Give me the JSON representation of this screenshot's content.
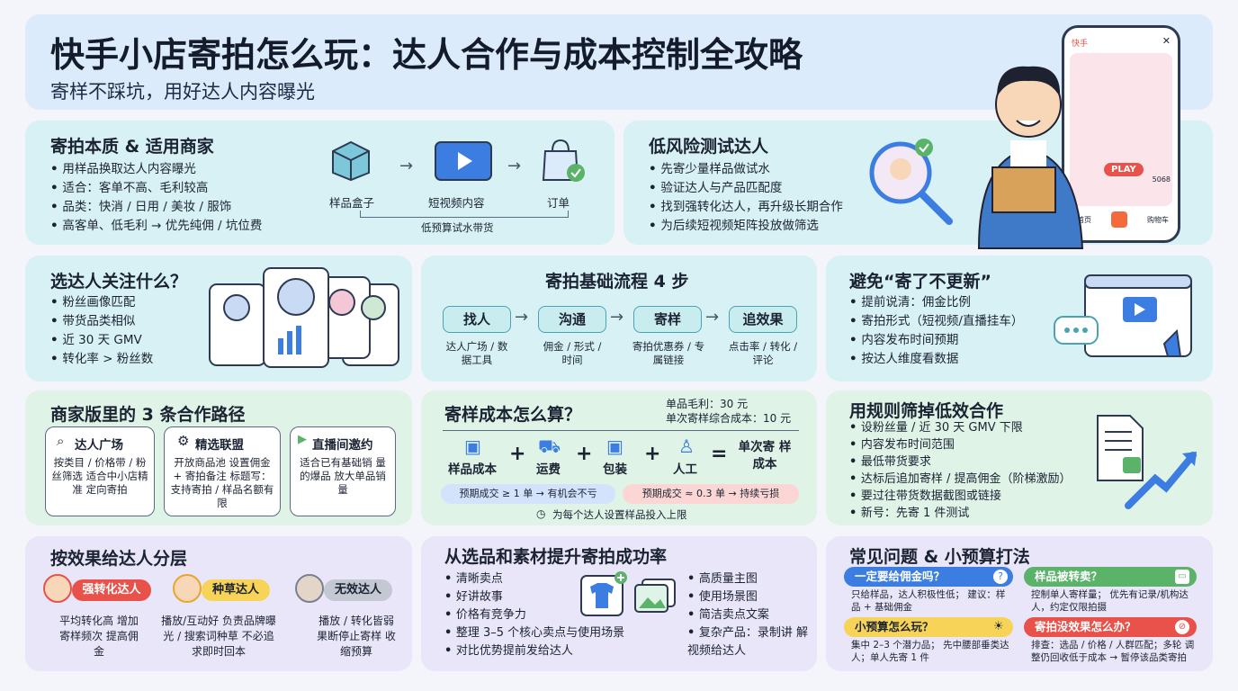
{
  "header": {
    "title": "快手小店寄拍怎么玩：达人合作与成本控制全攻略",
    "subtitle": "寄样不踩坑，用好达人内容曝光"
  },
  "phone": {
    "app": "快手",
    "play": "PLAY",
    "count": "5068",
    "nav": [
      "首页",
      "",
      "购物车"
    ]
  },
  "s1": {
    "title": "寄拍本质 & 适用商家",
    "items": [
      "用样品换取达人内容曝光",
      "适合：客单不高、毛利较高",
      "品类：快消 / 日用 / 美妆 / 服饰",
      "高客单、低毛利 → 优先纯佣 / 坑位费"
    ],
    "flow": [
      "样品盒子",
      "短视频内容",
      "订单"
    ],
    "note": "低预算试水带货"
  },
  "s2": {
    "title": "低风险测试达人",
    "items": [
      "先寄少量样品做试水",
      "验证达人与产品匹配度",
      "找到强转化达人，再升级长期合作",
      "为后续短视频矩阵投放做筛选"
    ]
  },
  "s3": {
    "title": "选达人关注什么？",
    "items": [
      "粉丝画像匹配",
      "带货品类相似",
      "近 30 天 GMV",
      "转化率 > 粉丝数"
    ]
  },
  "s4": {
    "title": "寄拍基础流程 4 步",
    "steps": [
      {
        "label": "找人",
        "desc": "达人广场 / 数据工具"
      },
      {
        "label": "沟通",
        "desc": "佣金 / 形式 / 时间"
      },
      {
        "label": "寄样",
        "desc": "寄拍优惠券 / 专属链接"
      },
      {
        "label": "追效果",
        "desc": "点击率 / 转化 / 评论"
      }
    ]
  },
  "s5": {
    "title": "避免“寄了不更新”",
    "items": [
      "提前说清：佣金比例",
      "寄拍形式（短视频/直播挂车）",
      "内容发布时间预期",
      "按达人维度看数据"
    ]
  },
  "s6": {
    "title": "商家版里的 3 条合作路径",
    "paths": [
      {
        "name": "达人广场",
        "desc": "按类目 / 价格带 / 粉丝筛选 适合中小店精准 定向寄拍"
      },
      {
        "name": "精选联盟",
        "desc": "开放商品池 设置佣金 + 寄拍备注 标题写：支持寄拍 / 样品名额有限"
      },
      {
        "name": "直播间邀约",
        "desc": "适合已有基础销 量的爆品 放大单品销量"
      }
    ]
  },
  "s7": {
    "title": "寄样成本怎么算？",
    "margin": "单品毛利：30 元",
    "cost": "单次寄样综合成本：10 元",
    "terms": [
      "样品成本",
      "运费",
      "包装",
      "人工"
    ],
    "result": "单次寄 样成本",
    "ok": "预期成交 ≥ 1 单 → 有机会不亏",
    "bad": "预期成交 ≈ 0.3 单 → 持续亏损",
    "tip": "为每个达人设置样品投入上限"
  },
  "s8": {
    "title": "用规则筛掉低效合作",
    "items": [
      "设粉丝量 / 近 30 天 GMV 下限",
      "内容发布时间范围",
      "最低带货要求",
      "达标后追加寄样 / 提高佣金（阶梯激励）",
      "要过往带货数据截图或链接",
      "新号：先寄 1 件测试"
    ]
  },
  "s9": {
    "title": "按效果给达人分层",
    "tiers": [
      {
        "name": "强转化达人",
        "desc": "平均转化高 增加寄样频次 提高佣金"
      },
      {
        "name": "种草达人",
        "desc": "播放/互动好 负责品牌曝光 / 搜索词种草 不必追求即时回本"
      },
      {
        "name": "无效达人",
        "desc": "播放 / 转化皆弱 果断停止寄样 收缩预算"
      }
    ]
  },
  "s10": {
    "title": "从选品和素材提升寄拍成功率",
    "left": [
      "清晰卖点",
      "好讲故事",
      "价格有竞争力",
      "整理 3–5 个核心卖点与使用场景",
      "对比优势提前发给达人"
    ],
    "right": [
      "高质量主图",
      "使用场景图",
      "简洁卖点文案",
      "复杂产品：录制讲 解视频给达人"
    ]
  },
  "s11": {
    "title": "常见问题 & 小预算打法",
    "faq": [
      {
        "q": "一定要给佣金吗？",
        "a": "只给样品，达人积极性低； 建议：样品 + 基础佣金"
      },
      {
        "q": "样品被转卖？",
        "a": "控制单人寄样量； 优先有记录/机构达人，约定仅限拍摄"
      },
      {
        "q": "小预算怎么玩？",
        "a": "集中 2–3 个潜力品； 先中腰部垂类达人；单人先寄 1 件"
      },
      {
        "q": "寄拍没效果怎么办？",
        "a": "排查：选品 / 价格 / 人群匹配；多轮 调整仍回收低于成本 → 暂停该品类寄拍"
      }
    ]
  },
  "colors": {
    "accent": "#3b7de0",
    "red": "#e8524a",
    "green": "#5bb36a"
  }
}
